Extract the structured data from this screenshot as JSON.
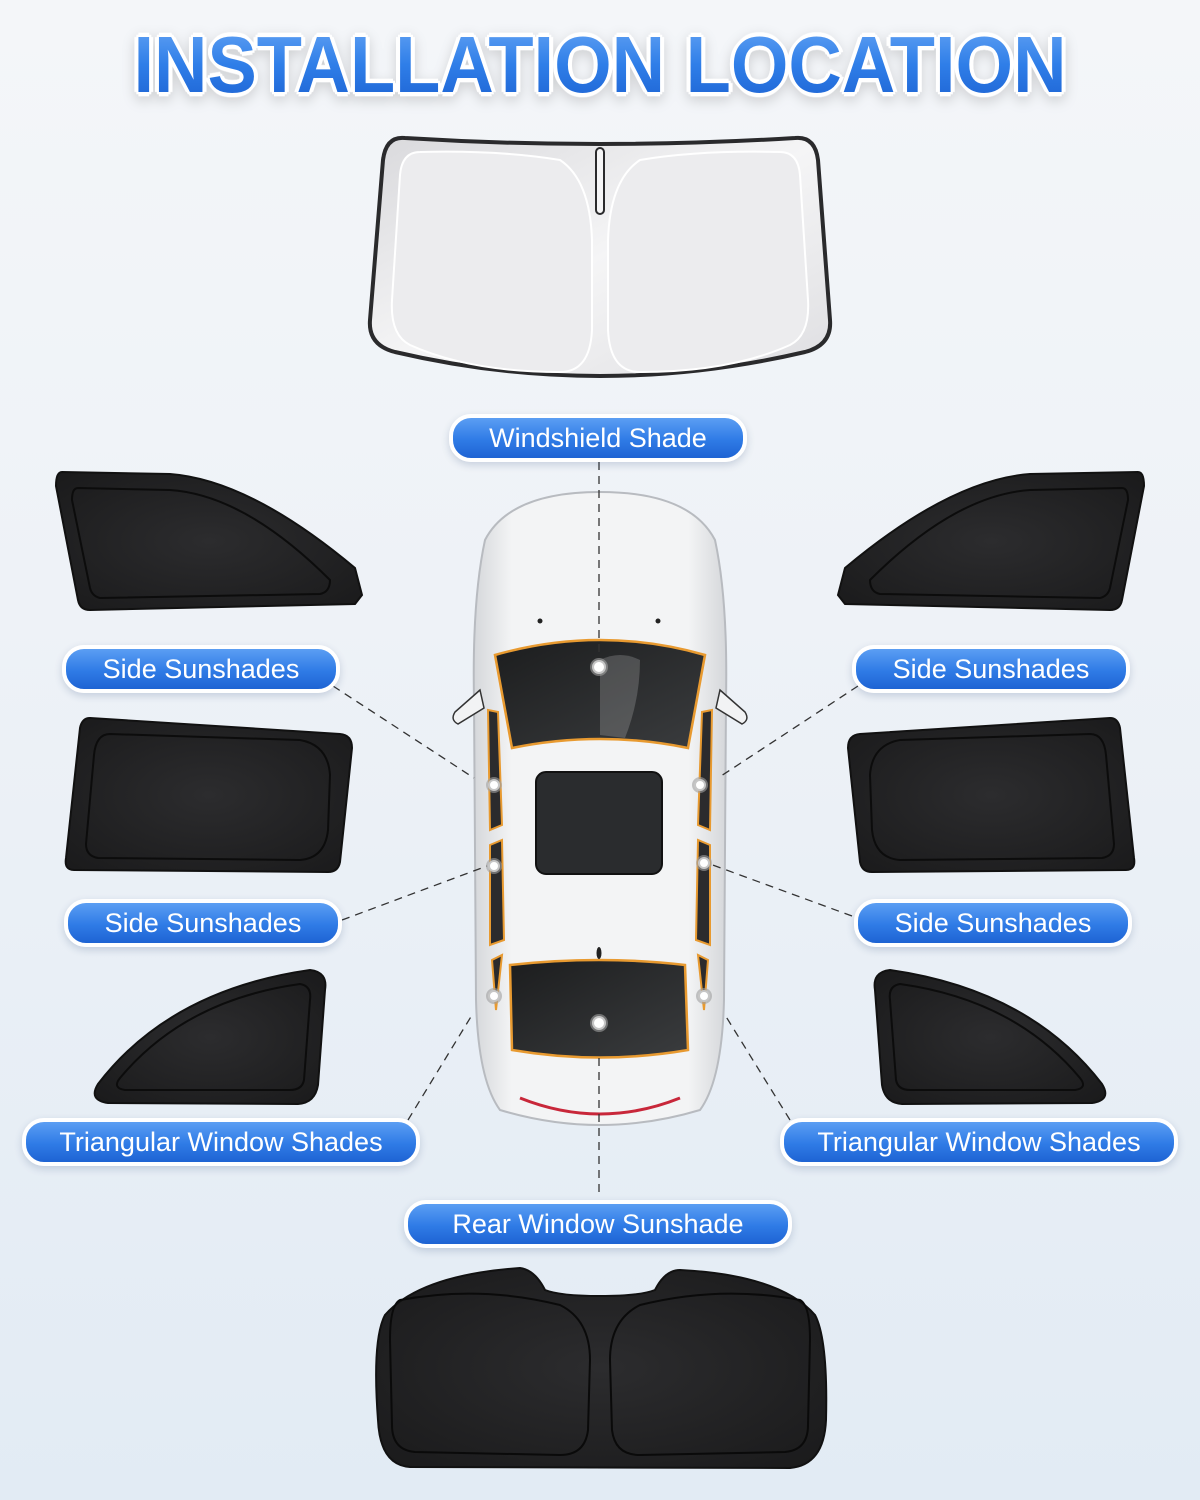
{
  "title": "INSTALLATION LOCATION",
  "labels": {
    "windshield": "Windshield Shade",
    "side_front_left": "Side Sunshades",
    "side_front_right": "Side Sunshades",
    "side_rear_left": "Side Sunshades",
    "side_rear_right": "Side Sunshades",
    "triangle_left": "Triangular Window Shades",
    "triangle_right": "Triangular Window Shades",
    "rear": "Rear Window Sunshade"
  },
  "colors": {
    "accent_blue": "#2f7be6",
    "shade_black": "#1f1f20",
    "windshield_silver": "#e8e8ea",
    "trim_orange": "#e89a30",
    "car_body": "#eeeff1"
  },
  "components": [
    {
      "name": "windshield-shade",
      "color": "silver"
    },
    {
      "name": "front-side-shade-left",
      "color": "black"
    },
    {
      "name": "front-side-shade-right",
      "color": "black"
    },
    {
      "name": "rear-side-shade-left",
      "color": "black"
    },
    {
      "name": "rear-side-shade-right",
      "color": "black"
    },
    {
      "name": "triangular-shade-left",
      "color": "black"
    },
    {
      "name": "triangular-shade-right",
      "color": "black"
    },
    {
      "name": "rear-window-shade",
      "color": "black"
    }
  ]
}
